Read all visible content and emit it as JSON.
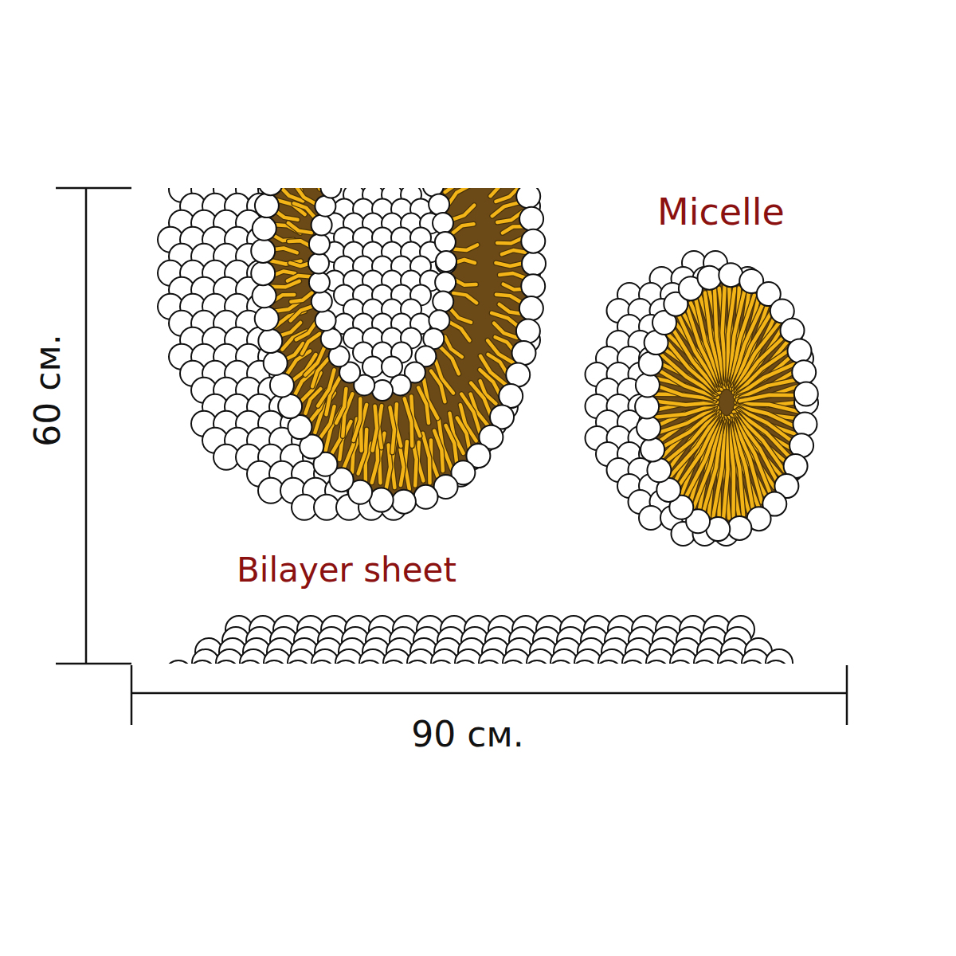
{
  "diagram": {
    "labels": [
      "Micelle",
      "Bilayer sheet",
      "60 см.",
      "90 см."
    ]
  }
}
